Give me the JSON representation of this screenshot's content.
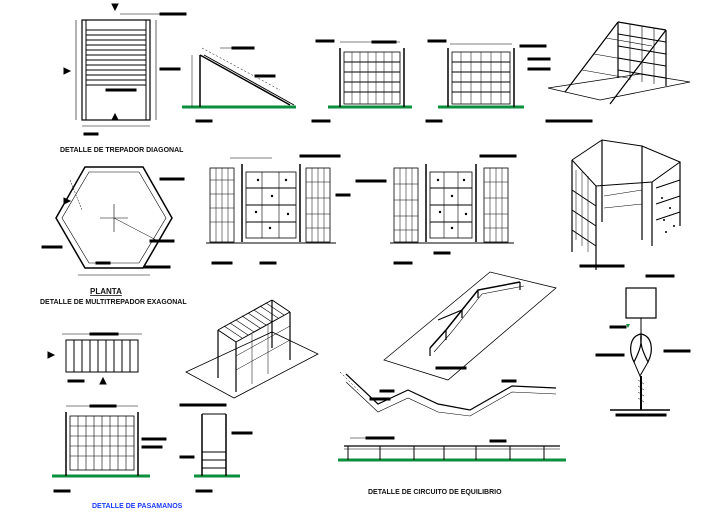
{
  "captions": {
    "trepador": "DETALLE DE TREPADOR DIAGONAL",
    "planta": "PLANTA",
    "multitrepador": "DETALLE DE MULTITREPADOR EXAGONAL",
    "pasamanos": "DETALLE DE PASAMANOS",
    "equilibrio": "DETALLE DE CIRCUITO DE EQUILIBRIO"
  },
  "colors": {
    "line": "#000000",
    "ground": "#0a8f3c",
    "blue_caption": "#1a3aff",
    "accent": "#0a8f3c"
  }
}
